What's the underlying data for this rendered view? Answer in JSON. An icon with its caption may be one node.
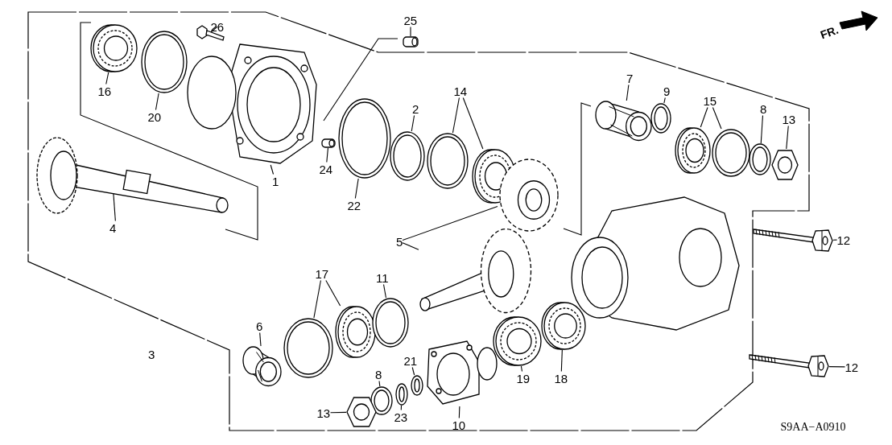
{
  "diagram": {
    "nodes": [
      {
        "text": [
          "16"
        ]
      },
      {
        "text": [],
        "shape": "picture"
      },
      {
        "text": [
          "20"
        ]
      },
      {
        "text": [],
        "shape": "picture"
      },
      {
        "text": [
          "26"
        ]
      },
      {
        "text": [],
        "shape": "picture"
      },
      {
        "text": [
          "25"
        ]
      },
      {
        "text": [],
        "shape": "picture"
      },
      {
        "text": [
          "1"
        ]
      },
      {
        "text": [],
        "shape": "picture"
      },
      {
        "text": [
          "24"
        ]
      },
      {
        "text": [],
        "shape": "picture"
      },
      {
        "text": [
          "22"
        ]
      },
      {
        "text": [],
        "shape": "picture"
      },
      {
        "text": [
          "2"
        ]
      },
      {
        "text": [],
        "shape": "picture"
      },
      {
        "text": [
          "14"
        ]
      },
      {
        "text": [],
        "shape": "picture"
      },
      {
        "text": [],
        "shape": "picture"
      },
      {
        "text": [
          "7"
        ]
      },
      {
        "text": [],
        "shape": "picture"
      },
      {
        "text": [
          "9"
        ]
      },
      {
        "text": [],
        "shape": "picture"
      },
      {
        "text": [
          "15"
        ]
      },
      {
        "text": [],
        "shape": "picture"
      },
      {
        "text": [],
        "shape": "picture"
      },
      {
        "text": [
          "8"
        ]
      },
      {
        "text": [],
        "shape": "picture"
      },
      {
        "text": [
          "13"
        ]
      },
      {
        "text": [],
        "shape": "picture"
      },
      {
        "text": [
          "4"
        ]
      },
      {
        "text": [],
        "shape": "picture"
      },
      {
        "text": [
          "5"
        ]
      },
      {
        "text": [],
        "shape": "picture"
      },
      {
        "text": [],
        "shape": "picture"
      },
      {
        "text": [
          "12"
        ]
      },
      {
        "text": [],
        "shape": "picture"
      },
      {
        "text": [
          "12"
        ]
      },
      {
        "text": [],
        "shape": "picture"
      },
      {
        "text": [
          "17"
        ]
      },
      {
        "text": [],
        "shape": "picture"
      },
      {
        "text": [],
        "shape": "picture"
      },
      {
        "text": [
          "11"
        ]
      },
      {
        "text": [],
        "shape": "picture"
      },
      {
        "text": [
          "6"
        ]
      },
      {
        "text": [],
        "shape": "picture"
      },
      {
        "text": [
          "8"
        ]
      },
      {
        "text": [],
        "shape": "picture"
      },
      {
        "text": [
          "21"
        ]
      },
      {
        "text": [],
        "shape": "picture"
      },
      {
        "text": [
          "13"
        ]
      },
      {
        "text": [],
        "shape": "picture"
      },
      {
        "text": [
          "23"
        ]
      },
      {
        "text": [],
        "shape": "picture"
      },
      {
        "text": [
          "10"
        ]
      },
      {
        "text": [],
        "shape": "picture"
      },
      {
        "text": [
          "19"
        ]
      },
      {
        "text": [],
        "shape": "picture"
      },
      {
        "text": [
          "18"
        ]
      },
      {
        "text": [],
        "shape": "picture"
      }
    ],
    "edges": [
      {
        "from": 0,
        "to": 1,
        "arrow": "none"
      },
      {
        "from": 2,
        "to": 3,
        "arrow": "none"
      },
      {
        "from": 4,
        "to": 5,
        "arrow": "none"
      },
      {
        "from": 6,
        "to": 7,
        "arrow": "none"
      },
      {
        "from": 8,
        "to": 9,
        "arrow": "none"
      },
      {
        "from": 10,
        "to": 11,
        "arrow": "none"
      },
      {
        "from": 12,
        "to": 13,
        "arrow": "none"
      },
      {
        "from": 14,
        "to": 15,
        "arrow": "none"
      },
      {
        "from": 16,
        "to": 17,
        "arrow": "none"
      },
      {
        "from": 16,
        "to": 18,
        "arrow": "none"
      },
      {
        "from": 19,
        "to": 20,
        "arrow": "none"
      },
      {
        "from": 21,
        "to": 22,
        "arrow": "none"
      },
      {
        "from": 23,
        "to": 24,
        "arrow": "none"
      },
      {
        "from": 23,
        "to": 25,
        "arrow": "none"
      },
      {
        "from": 26,
        "to": 27,
        "arrow": "none"
      },
      {
        "from": 28,
        "to": 29,
        "arrow": "none"
      },
      {
        "from": 30,
        "to": 31,
        "arrow": "none"
      },
      {
        "from": 32,
        "to": 33,
        "arrow": "none"
      },
      {
        "from": 32,
        "to": 34,
        "arrow": "none"
      },
      {
        "from": 35,
        "to": 36,
        "arrow": "none"
      },
      {
        "from": 37,
        "to": 38,
        "arrow": "none"
      },
      {
        "from": 39,
        "to": 40,
        "arrow": "none"
      },
      {
        "from": 39,
        "to": 41,
        "arrow": "none"
      },
      {
        "from": 42,
        "to": 43,
        "arrow": "none"
      },
      {
        "from": 44,
        "to": 45,
        "arrow": "none"
      },
      {
        "from": 46,
        "to": 47,
        "arrow": "none"
      },
      {
        "from": 48,
        "to": 49,
        "arrow": "none"
      },
      {
        "from": 50,
        "to": 51,
        "arrow": "none"
      },
      {
        "from": 52,
        "to": 53,
        "arrow": "none"
      },
      {
        "from": 54,
        "to": 55,
        "arrow": "none"
      },
      {
        "from": 56,
        "to": 57,
        "arrow": "none"
      },
      {
        "from": 58,
        "to": 59,
        "arrow": "none"
      }
    ],
    "labels": [
      "3",
      "FR.",
      "S9AA−A0910"
    ]
  }
}
